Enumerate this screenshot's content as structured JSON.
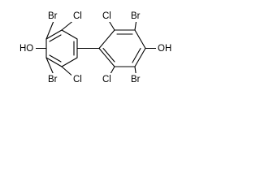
{
  "structure": {
    "left_ring_substituents": {
      "hydroxyl": "HO",
      "bromo_top": "Br",
      "chloro_top": "Cl",
      "bromo_bottom": "Br",
      "chloro_bottom": "Cl"
    },
    "right_ring_substituents": {
      "hydroxyl": "OH",
      "bromo_top": "Br",
      "chloro_top": "Cl",
      "bromo_bottom": "Br",
      "chloro_bottom": "Cl"
    }
  },
  "colors": {
    "bond": "#000000",
    "label": "#000000",
    "background": "#ffffff"
  }
}
